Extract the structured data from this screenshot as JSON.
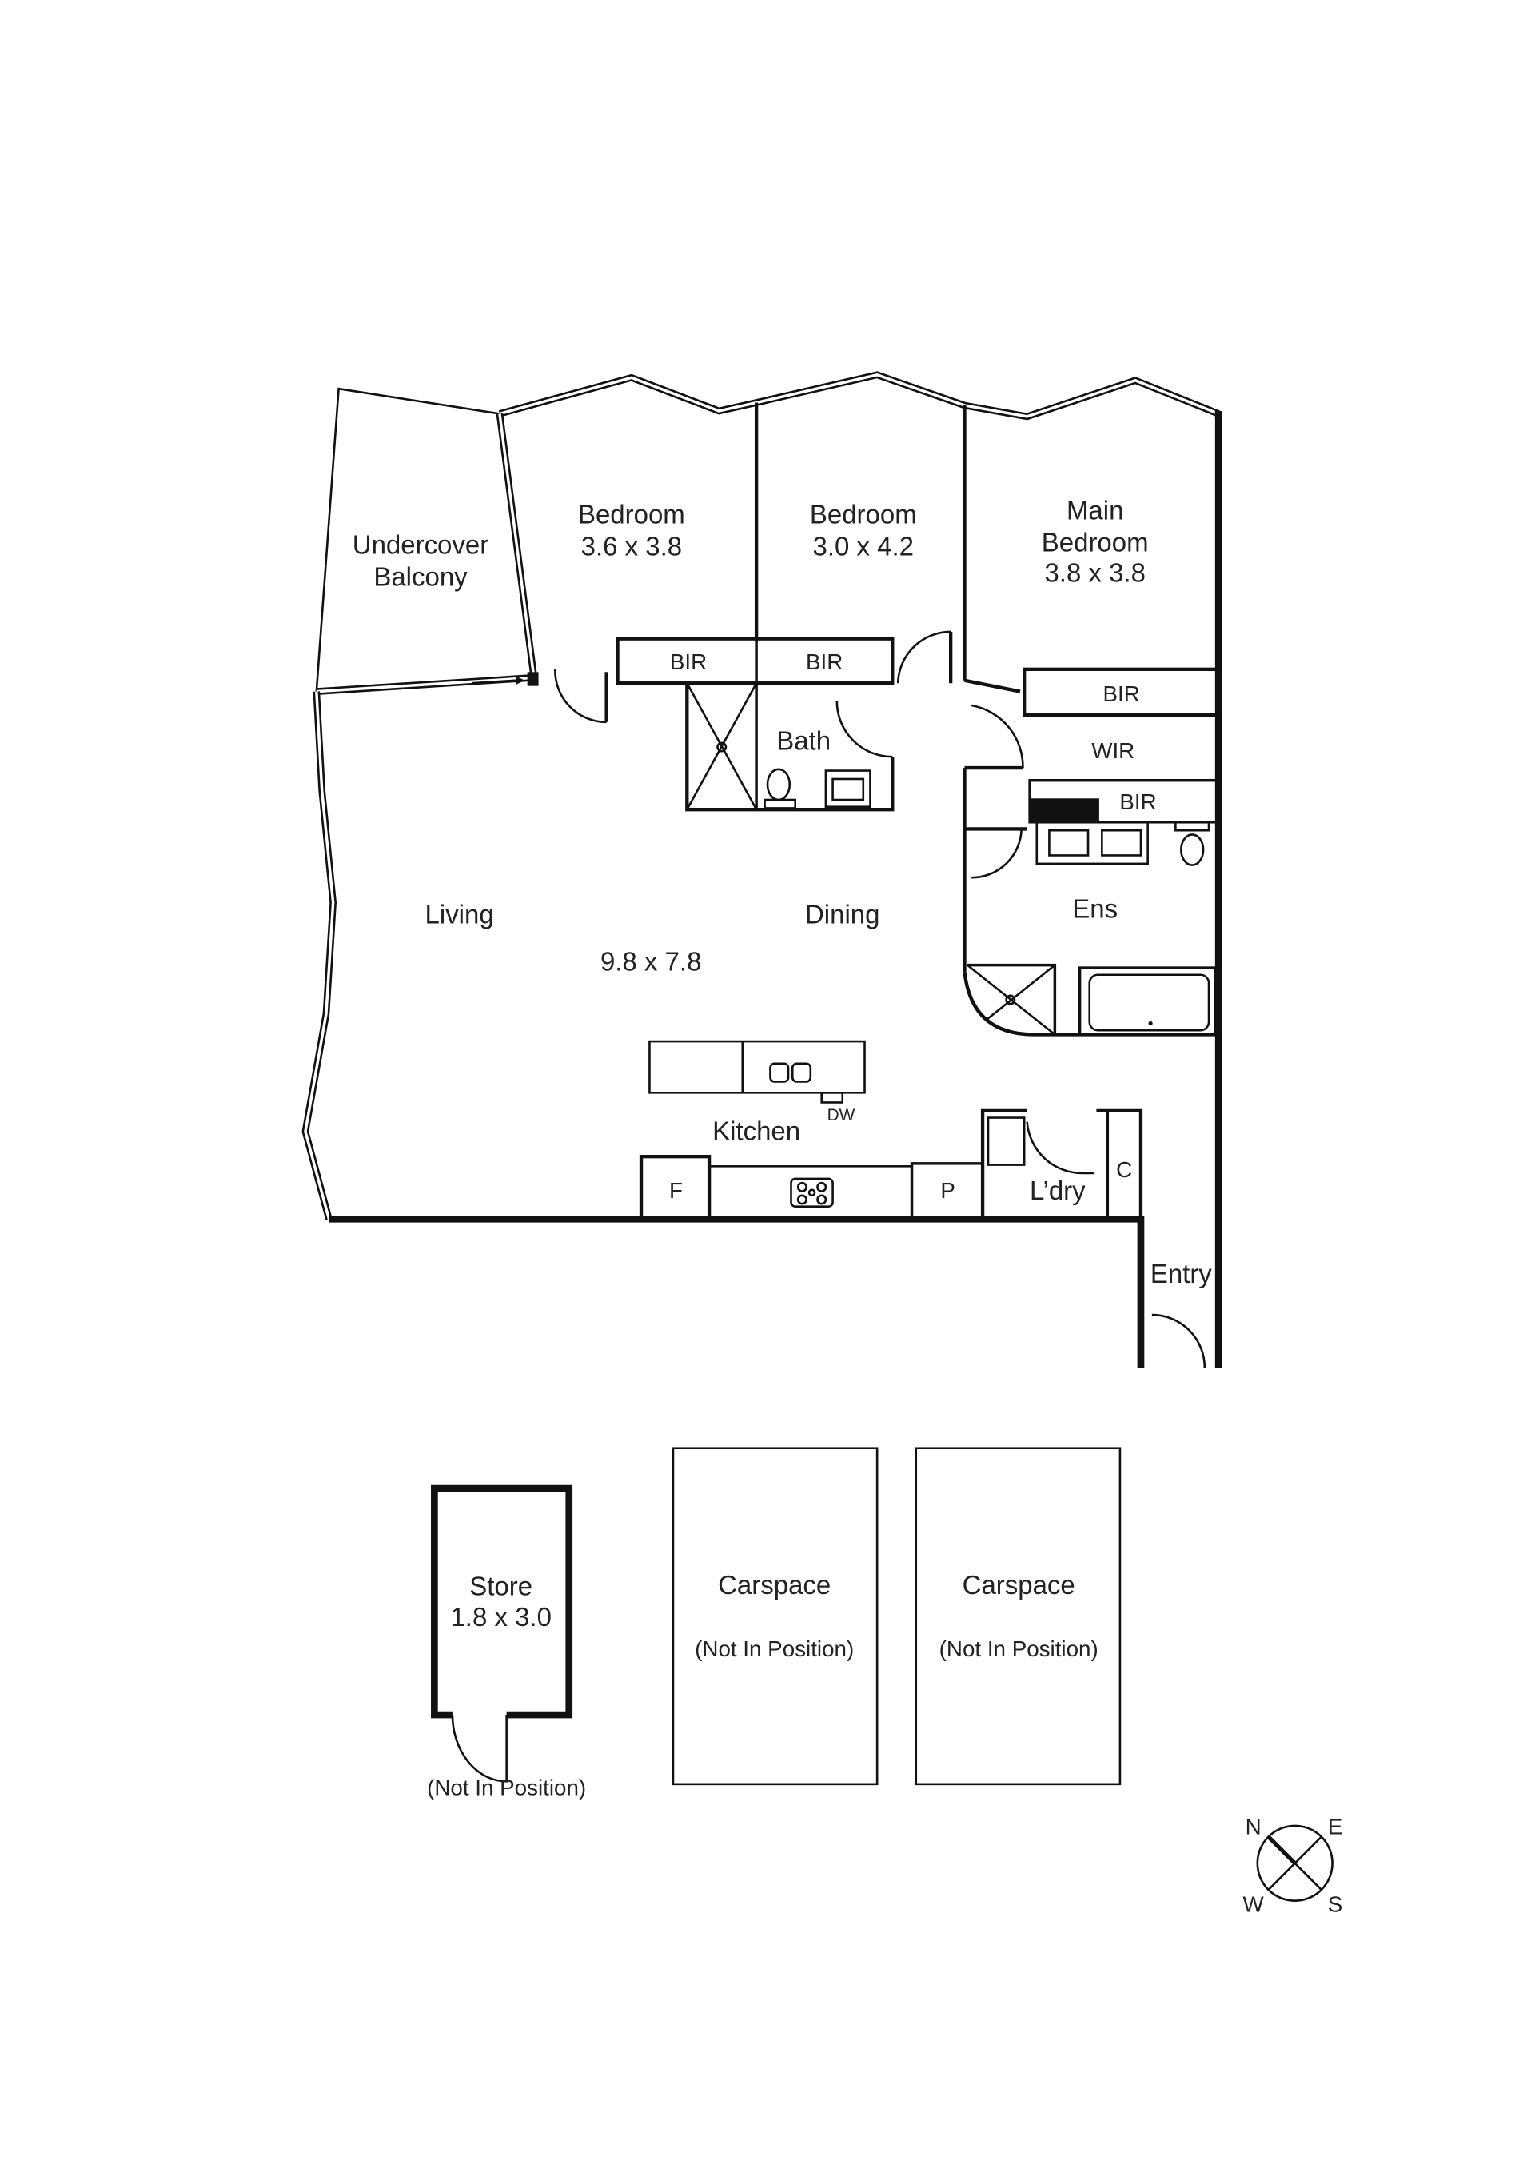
{
  "rooms": {
    "balcony": {
      "line1": "Undercover",
      "line2": "Balcony"
    },
    "bedroom1": {
      "name": "Bedroom",
      "size": "3.6 x 3.8"
    },
    "bedroom2": {
      "name": "Bedroom",
      "size": "3.0 x 4.2"
    },
    "main_bedroom": {
      "line1": "Main",
      "line2": "Bedroom",
      "size": "3.8 x 3.8"
    },
    "bir1": "BIR",
    "bir2": "BIR",
    "bir3": "BIR",
    "wir": "WIR",
    "bir4": "BIR",
    "bath": "Bath",
    "ens": "Ens",
    "living": "Living",
    "dining": "Dining",
    "living_size": "9.8 x 7.8",
    "kitchen": "Kitchen",
    "dw": "DW",
    "fridge": "F",
    "pantry": "P",
    "laundry": "L’dry",
    "cupboard": "C",
    "entry": "Entry"
  },
  "ancillary": {
    "store": {
      "name": "Store",
      "size": "1.8 x 3.0",
      "note": "(Not In Position)"
    },
    "carspace1": {
      "name": "Carspace",
      "note": "(Not In Position)"
    },
    "carspace2": {
      "name": "Carspace",
      "note": "(Not In Position)"
    }
  },
  "compass": {
    "n": "N",
    "e": "E",
    "s": "S",
    "w": "W"
  }
}
